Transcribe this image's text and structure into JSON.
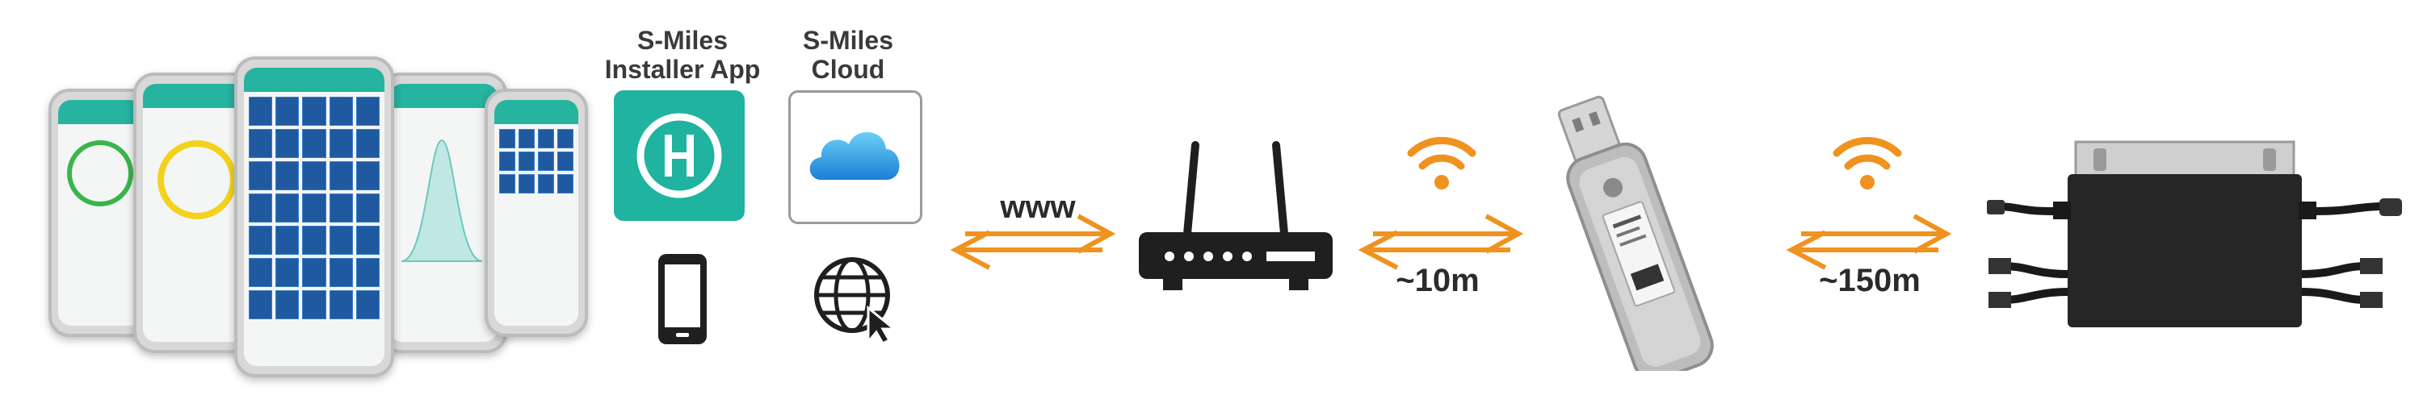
{
  "apps": {
    "installer_title": "S-Miles\nInstaller App",
    "cloud_title": "S-Miles\nCloud",
    "installer_icon": "h-logo-icon",
    "cloud_icon": "cloud-icon"
  },
  "links": {
    "internet_label": "www",
    "short_range_label": "~10m",
    "long_range_label": "~150m"
  },
  "colors": {
    "accent_orange": "#f0921e",
    "teal": "#1fb3a0",
    "device_dark": "#222222"
  },
  "devices": [
    "phone-apps",
    "smartphone-icon",
    "globe-cursor-icon",
    "router-icon",
    "usb-stick",
    "microinverter"
  ]
}
